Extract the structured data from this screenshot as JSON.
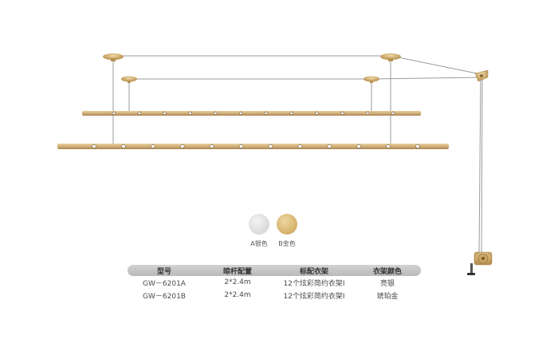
{
  "swatches": [
    {
      "label": "A银色",
      "color": "#d8d8d8"
    },
    {
      "label": "B金色",
      "color": "#d4b16a"
    }
  ],
  "table": {
    "headers": [
      "型号",
      "晾杆配置",
      "标配衣架",
      "衣架颜色"
    ],
    "rows": [
      [
        "GW－6201A",
        "2*2.4m",
        "12个炫彩简约衣架I",
        "亮银"
      ],
      [
        "GW－6201B",
        "2*2.4m",
        "12个炫彩简约衣架I",
        "琥珀金"
      ]
    ]
  },
  "colors": {
    "rod": "#d2b07a",
    "rod_dark": "#a88555",
    "cable": "#9a9a9a",
    "accent_gold": "#d4b16a"
  }
}
